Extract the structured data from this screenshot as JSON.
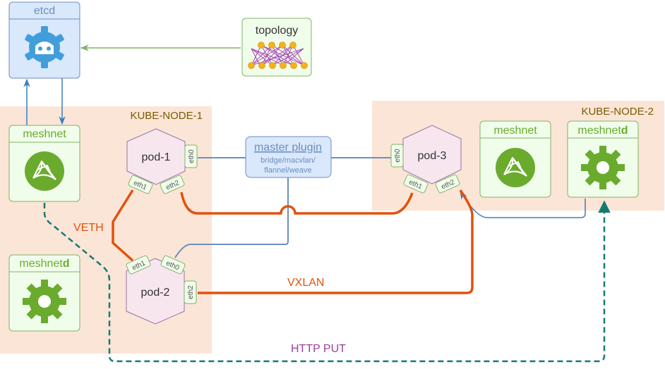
{
  "colors": {
    "node_bg": "#fbe5d6",
    "green_fill": "#f0fdeb",
    "green_stroke": "#82b366",
    "green_icon": "#6aab2e",
    "blue_fill": "#dae8fc",
    "blue_stroke": "#6c8ebf",
    "etcd_icon": "#419eda",
    "pod_fill": "#f8e6ef",
    "pod_stroke": "#9673a6",
    "veth": "#e0520e",
    "http": "#157b72",
    "node_label": "#7a5a00",
    "http_label": "#9b3fa0"
  },
  "etcd": {
    "label": "etcd",
    "icon": "etcd-logo-icon"
  },
  "topology": {
    "label": "topology",
    "icon": "network-graph-icon"
  },
  "kube_node_1": {
    "label": "KUBE-NODE-1",
    "meshnet": {
      "label": "meshnet",
      "icon": "meshnet-icon"
    },
    "meshnetd": {
      "label_prefix": "meshnet",
      "label_bold": "d",
      "icon": "gear-icon"
    },
    "pod1": {
      "label": "pod-1",
      "eth0": "eth0",
      "eth1": "eth1",
      "eth2": "eth2"
    },
    "pod2": {
      "label": "pod-2",
      "eth0": "eth0",
      "eth1": "eth1",
      "eth2": "eth2"
    }
  },
  "kube_node_2": {
    "label": "KUBE-NODE-2",
    "meshnet": {
      "label": "meshnet",
      "icon": "meshnet-icon"
    },
    "meshnetd": {
      "label_prefix": "meshnet",
      "label_bold": "d",
      "icon": "gear-icon"
    },
    "pod3": {
      "label": "pod-3",
      "eth0": "eth0",
      "eth1": "eth1",
      "eth2": "eth2"
    }
  },
  "master_plugin": {
    "title": "master plugin",
    "line1": "bridge/macvlan/",
    "line2": "flannel/weave"
  },
  "links": {
    "veth": "VETH",
    "vxlan": "VXLAN",
    "http_put": "HTTP PUT"
  }
}
